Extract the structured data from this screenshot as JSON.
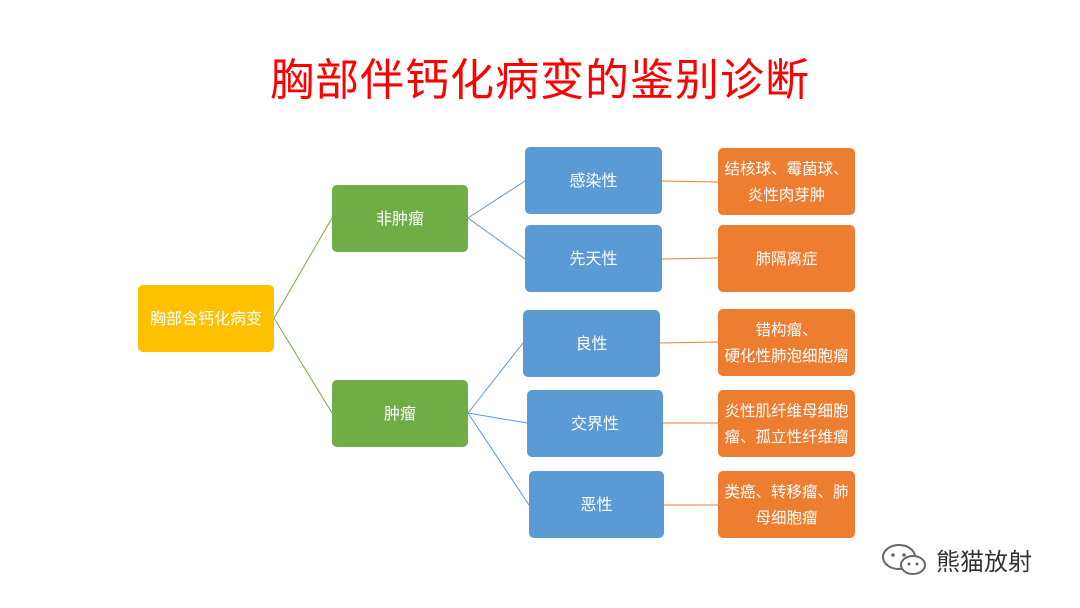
{
  "title": "胸部伴钙化病变的鉴别诊断",
  "root": "胸部含钙化病变",
  "level1": [
    "非肿瘤",
    "肿瘤"
  ],
  "level2": [
    "感染性",
    "先天性",
    "良性",
    "交界性",
    "恶性"
  ],
  "level3": [
    [
      "结核球、霉菌球、",
      "炎性肉芽肿"
    ],
    [
      "肺隔离症"
    ],
    [
      "错构瘤、",
      "硬化性肺泡细胞瘤"
    ],
    [
      "炎性肌纤维母细胞",
      "瘤、孤立性纤维瘤"
    ],
    [
      "类癌、转移瘤、肺",
      "母细胞瘤"
    ]
  ],
  "watermark": "熊猫放射",
  "colors": {
    "root": "#ffc000",
    "green": "#70ad47",
    "blue": "#5b9bd5",
    "orange": "#ed7d31",
    "title": "#ff0000"
  }
}
